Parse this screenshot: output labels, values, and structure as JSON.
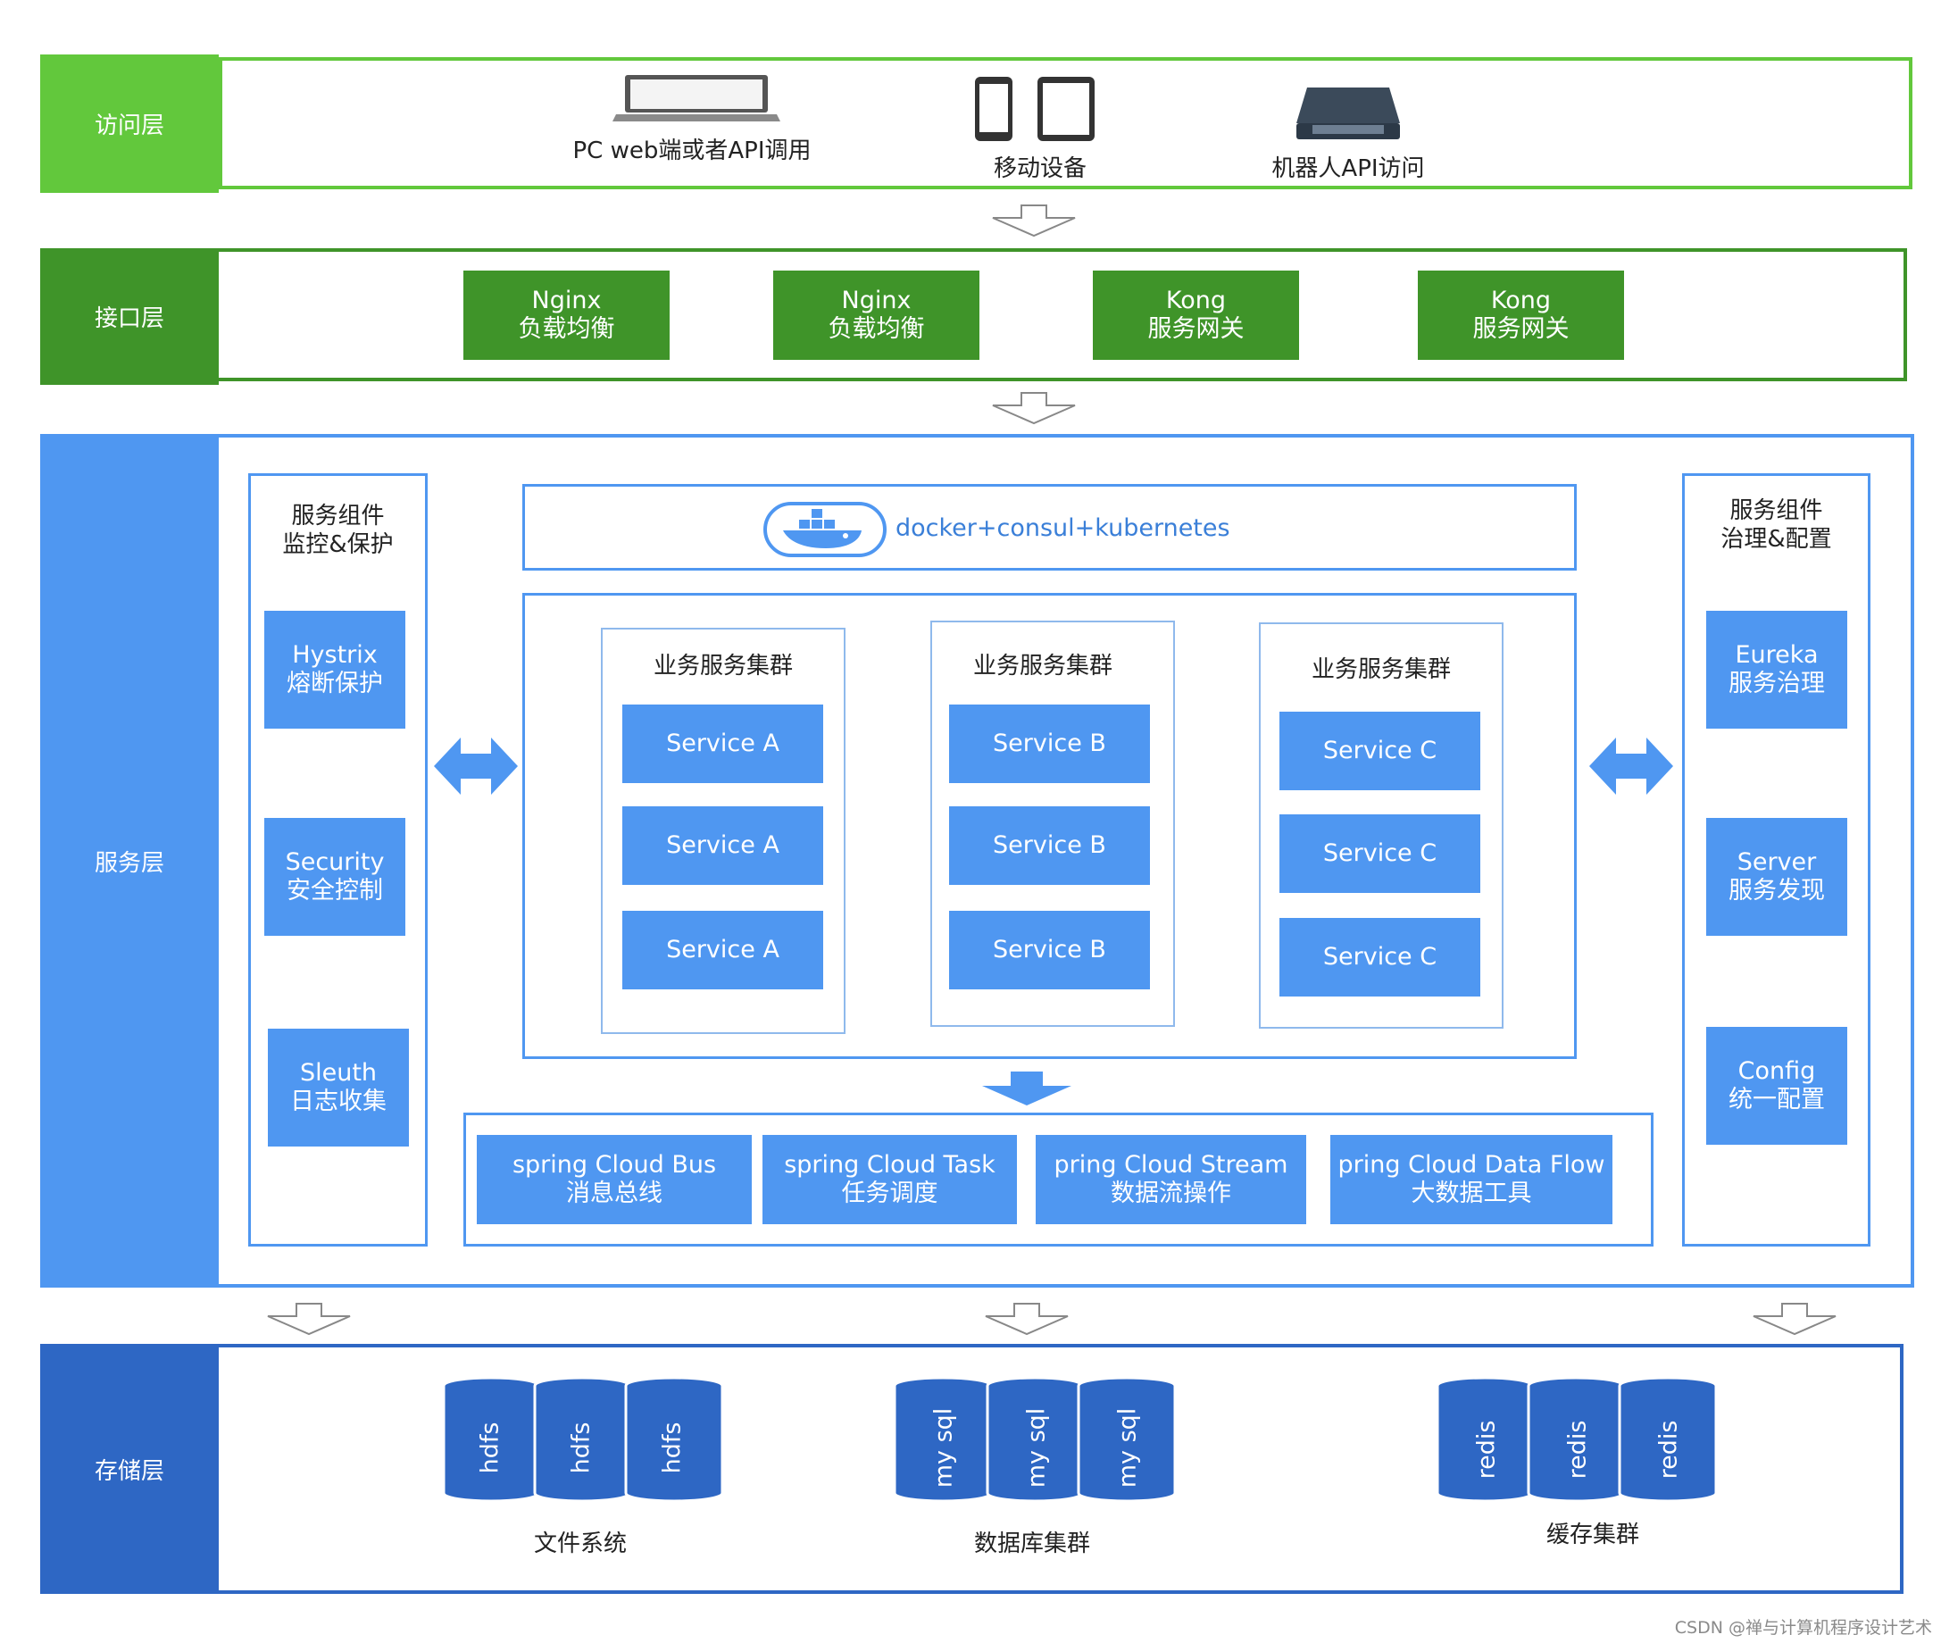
{
  "layers": {
    "access": "访问层",
    "interface": "接口层",
    "service": "服务层",
    "storage": "存储层"
  },
  "access": {
    "pc": "PC web端或者API调用",
    "mobile": "移动设备",
    "robot": "机器人API访问"
  },
  "gateways": [
    {
      "name": "Nginx",
      "desc": "负载均衡"
    },
    {
      "name": "Nginx",
      "desc": "负载均衡"
    },
    {
      "name": "Kong",
      "desc": "服务网关"
    },
    {
      "name": "Kong",
      "desc": "服务网关"
    }
  ],
  "left_panel": {
    "title_1": "服务组件",
    "title_2": "监控&保护",
    "items": [
      {
        "name": "Hystrix",
        "desc": "熔断保护"
      },
      {
        "name": "Security",
        "desc": "安全控制"
      },
      {
        "name": "Sleuth",
        "desc": "日志收集"
      }
    ]
  },
  "right_panel": {
    "title_1": "服务组件",
    "title_2": "治理&配置",
    "items": [
      {
        "name": "Eureka",
        "desc": "服务治理"
      },
      {
        "name": "Server",
        "desc": "服务发现"
      },
      {
        "name": "Config",
        "desc": "统一配置"
      }
    ]
  },
  "container_platform": "docker+consul+kubernetes",
  "clusters": [
    {
      "title": "业务服务集群",
      "services": [
        "Service A",
        "Service A",
        "Service A"
      ]
    },
    {
      "title": "业务服务集群",
      "services": [
        "Service B",
        "Service B",
        "Service B"
      ]
    },
    {
      "title": "业务服务集群",
      "services": [
        "Service C",
        "Service C",
        "Service C"
      ]
    }
  ],
  "spring_cloud": [
    {
      "name": "spring Cloud Bus",
      "desc": "消息总线"
    },
    {
      "name": "spring Cloud Task",
      "desc": "任务调度"
    },
    {
      "name": "pring Cloud Stream",
      "desc": "数据流操作"
    },
    {
      "name": "pring Cloud Data Flow",
      "desc": "大数据工具"
    }
  ],
  "storage": {
    "groups": [
      {
        "label": "文件系统",
        "db": "hdfs"
      },
      {
        "label": "数据库集群",
        "db": "my sql"
      },
      {
        "label": "缓存集群",
        "db": "redis"
      }
    ]
  },
  "watermark": "CSDN @禅与计算机程序设计艺术",
  "colors": {
    "access_green": "#62c83c",
    "interface_green": "#3f9429",
    "service_blue": "#4f97f1",
    "storage_blue": "#2e67c4"
  }
}
